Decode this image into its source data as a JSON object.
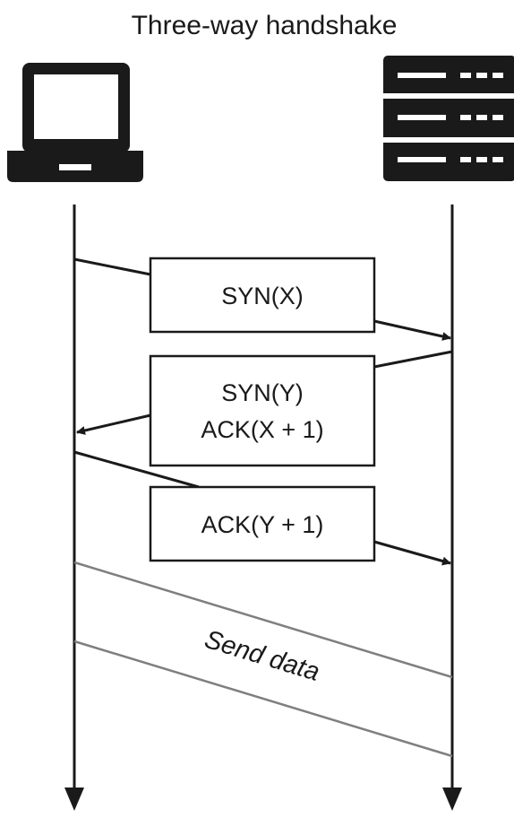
{
  "title": "Three-way handshake",
  "nodes": {
    "client_icon": "laptop-icon",
    "server_icon": "server-rack-icon"
  },
  "messages": [
    {
      "lines": [
        "SYN(X)"
      ],
      "direction": "client-to-server"
    },
    {
      "lines": [
        "SYN(Y)",
        "ACK(X + 1)"
      ],
      "direction": "server-to-client"
    },
    {
      "lines": [
        "ACK(Y + 1)"
      ],
      "direction": "client-to-server"
    }
  ],
  "data_band": {
    "label": "Send data"
  },
  "colors": {
    "ink": "#1a1a1a",
    "band": "#7f7f7f",
    "background": "#ffffff"
  }
}
